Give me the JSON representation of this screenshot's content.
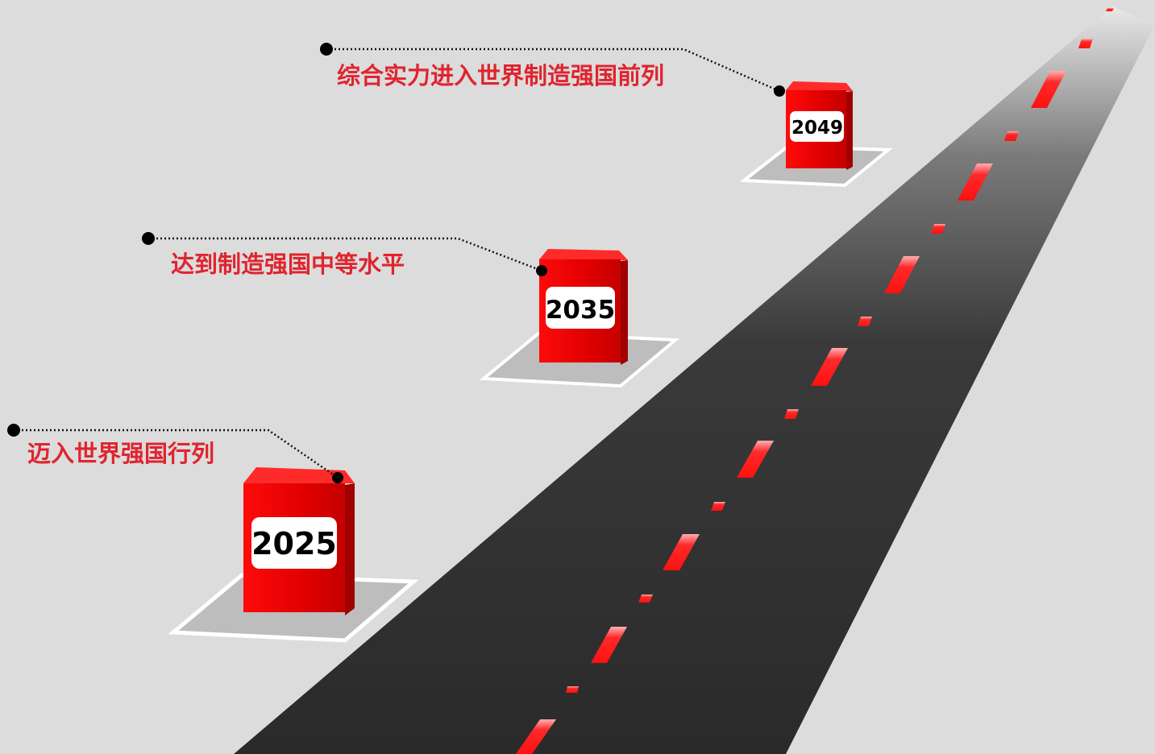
{
  "colors": {
    "background": "#dcdcdc",
    "road_dark": "#2e2e2e",
    "road_light": "#e6e6e6",
    "lane_marking": "#ff1a1a",
    "milestone_red": "#e00000",
    "milestone_dark": "#b80000",
    "label_red": "#e0242f",
    "base_plate": "#bdbdbd",
    "base_outline": "#ffffff"
  },
  "milestones": [
    {
      "year": "2025",
      "label": "迈入世界强国行列"
    },
    {
      "year": "2035",
      "label": "达到制造强国中等水平"
    },
    {
      "year": "2049",
      "label": "综合实力进入世界制造强国前列"
    }
  ]
}
